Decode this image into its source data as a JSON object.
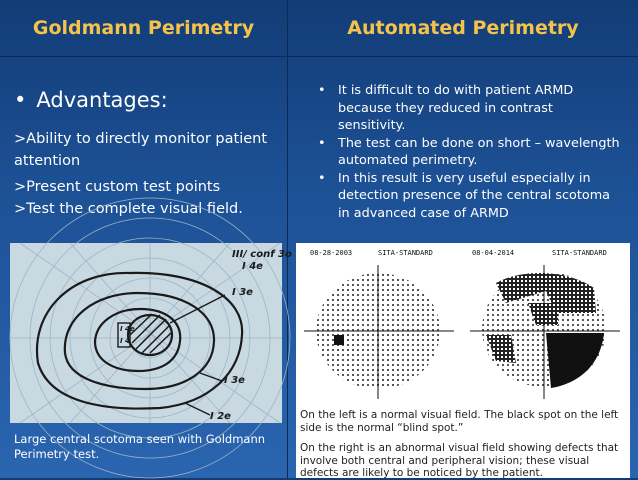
{
  "headers": {
    "left": "Goldmann Perimetry",
    "right": "Automated Perimetry"
  },
  "left": {
    "advantages_heading": "Advantages:",
    "points": [
      ">Ability to directly monitor patient attention",
      ">Present custom test points",
      ">Test the complete visual field."
    ],
    "image_caption": "Large central scotoma seen with Goldmann Perimetry test."
  },
  "right": {
    "bullets": [
      "It is difficult to do with patient ARMD because they reduced in contrast sensitivity.",
      "The test can be done on short – wavelength automated perimetry.",
      "In this result is very useful especially in detection presence of the central scotoma in advanced case of ARMD"
    ],
    "plot_labels": {
      "left_date": "08-28-2003",
      "left_program": "SITA-STANDARD",
      "right_date": "08-04-2014",
      "right_program": "SITA-STANDARD"
    },
    "image_caption_1": "On the left is a normal visual field. The black spot on the left side is the normal “blind spot.”",
    "image_caption_2": "On the right is an abnormal visual field showing defects that involve both central and peripheral vision; these visual defects are likely to be noticed by the patient."
  },
  "goldmann_labels": [
    "III/ conf 3o",
    "I 4e",
    "I 3e",
    "I 3e",
    "I 2e",
    "I 4e",
    "I 4"
  ]
}
